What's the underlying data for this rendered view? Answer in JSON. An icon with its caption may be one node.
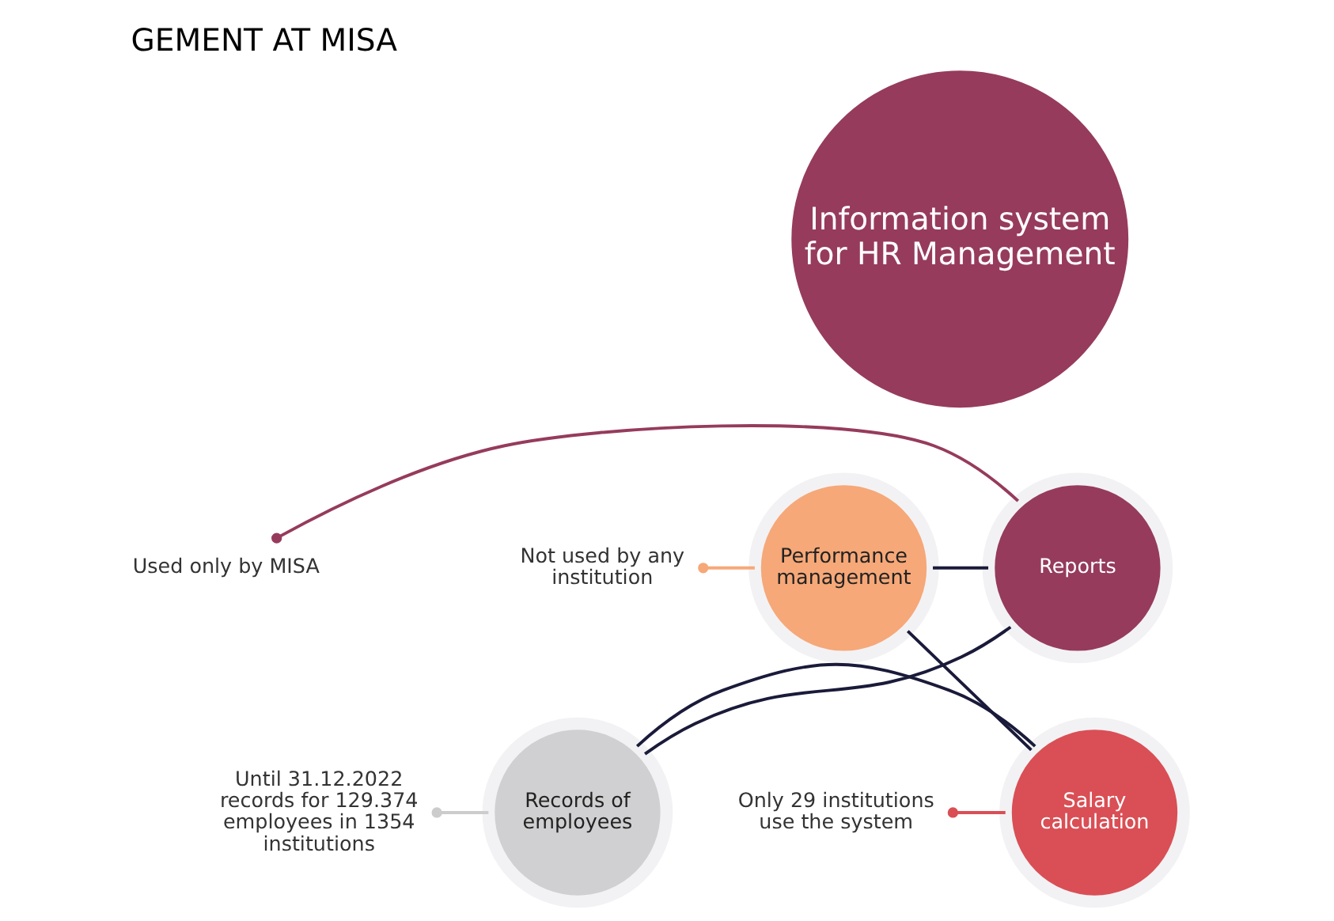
{
  "diagram": {
    "title": "GEMENT AT MISA",
    "nodes": [
      {
        "text": [
          "Information system for HR Management"
        ]
      },
      {
        "text": [
          "Records of employees"
        ]
      },
      {
        "text": [
          "Salary calculation"
        ]
      },
      {
        "text": [
          "Reports"
        ]
      },
      {
        "text": [
          "Performance management"
        ]
      },
      {
        "text": [
          "Until 31.12.2022 records for 129.374 employees in 1354 institutions"
        ]
      },
      {
        "text": [
          "Only 29 institutions use the system"
        ]
      },
      {
        "text": [
          "Used only by MISA"
        ]
      },
      {
        "text": [
          "Not used by any institution"
        ]
      }
    ],
    "edges": [
      {
        "from": 1,
        "to": 2,
        "arrow": "none"
      },
      {
        "from": 2,
        "to": 4,
        "arrow": "none"
      },
      {
        "from": 4,
        "to": 3,
        "arrow": "none"
      },
      {
        "from": 3,
        "to": 1,
        "arrow": "none"
      },
      {
        "from": 5,
        "to": 1,
        "arrow": "other",
        "color": "#cccccc"
      },
      {
        "from": 6,
        "to": 2,
        "arrow": "other",
        "color": "#d94f55"
      },
      {
        "from": 7,
        "to": 3,
        "arrow": "other",
        "color": "#963b5c"
      },
      {
        "from": 8,
        "to": 4,
        "arrow": "other",
        "color": "#f6a878"
      }
    ]
  }
}
